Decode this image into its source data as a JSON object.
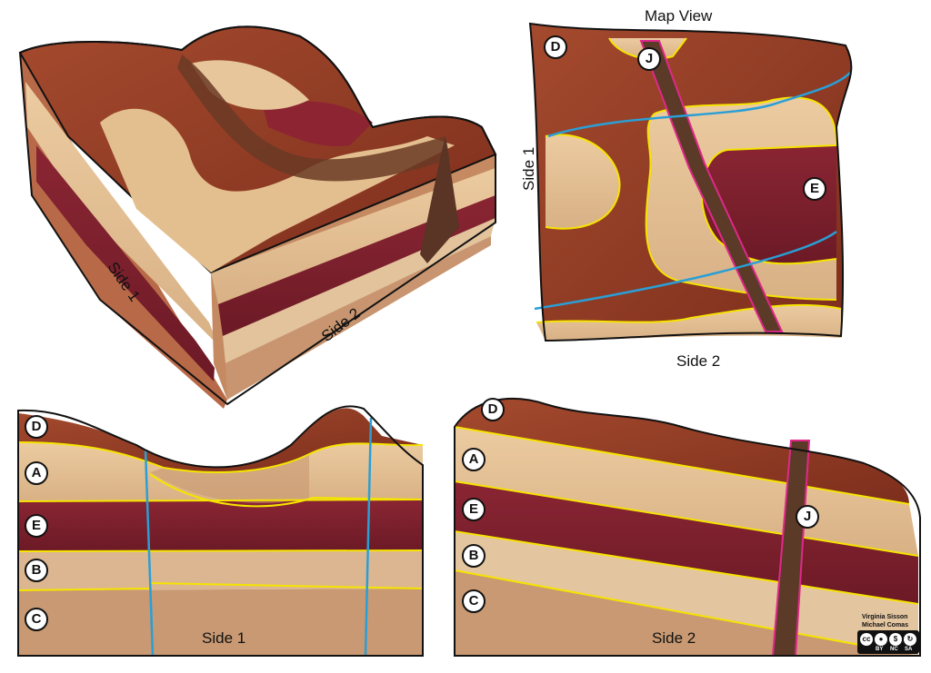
{
  "labels": {
    "map_view": "Map View",
    "side1_block": "Side 1",
    "side2_block": "Side 2",
    "side1_map": "Side 1",
    "side2_map": "Side 2",
    "side1_panel": "Side 1",
    "side2_panel": "Side 2"
  },
  "units": {
    "map": [
      "D",
      "J",
      "E"
    ],
    "side1": [
      "D",
      "A",
      "E",
      "B",
      "C"
    ],
    "side2": [
      "D",
      "A",
      "E",
      "B",
      "C",
      "J"
    ]
  },
  "credits": {
    "author1": "Virginia Sisson",
    "author2": "Michael Comas",
    "license": [
      "BY",
      "NC",
      "SA"
    ],
    "cc_mark": "cc"
  },
  "colors": {
    "contact_line": "#f5e400",
    "topo_line": "#2a9fd6",
    "dike_line": "#e0288a",
    "unit_A": "#e0bf93",
    "unit_B": "#d7b089",
    "unit_C": "#c8976c",
    "unit_D": "#8f3b25",
    "unit_E": "#7d1f2a",
    "unit_J": "#5c3a28"
  }
}
